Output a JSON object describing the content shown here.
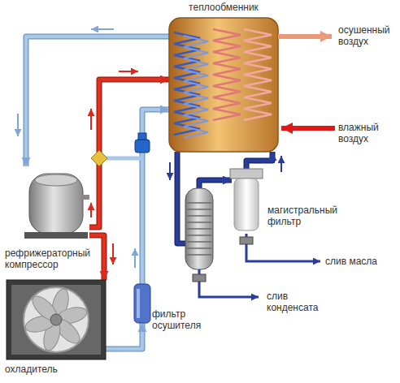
{
  "diagram": {
    "nodes": [
      {
        "text": [
          "теплообменник"
        ]
      },
      {
        "text": [
          "магистральный фильтр"
        ]
      },
      {
        "text": [
          "рефрижераторный компрессор"
        ]
      },
      {
        "text": [
          "фильтр осушителя"
        ]
      },
      {
        "text": [
          "охладитель"
        ]
      }
    ],
    "edges": [
      {
        "from": 0,
        "to": 2,
        "arrow": "to"
      },
      {
        "from": 2,
        "to": 0,
        "arrow": "to"
      },
      {
        "from": 2,
        "to": 4,
        "arrow": "to"
      },
      {
        "from": 4,
        "to": 3,
        "arrow": "to"
      },
      {
        "from": 3,
        "to": 0,
        "arrow": "to"
      },
      {
        "from": 0,
        "to": 1,
        "arrow": "to"
      },
      {
        "from": 1,
        "to": 0,
        "arrow": "to"
      }
    ],
    "labels": [
      "осушенный воздух",
      "влажный воздух",
      "слив масла",
      "слив конденсата"
    ]
  }
}
